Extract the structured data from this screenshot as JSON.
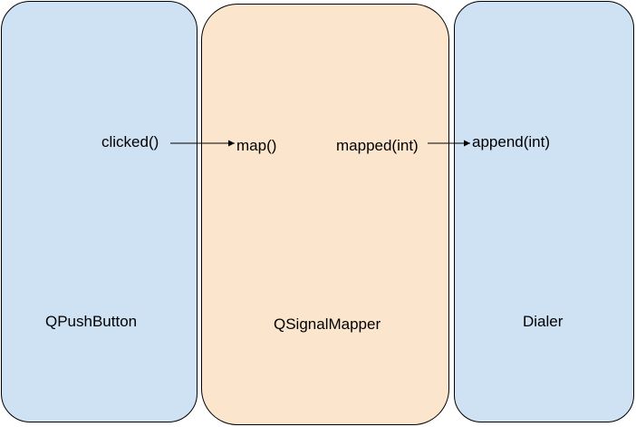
{
  "colors": {
    "left_fill": "#cfe2f3",
    "middle_fill": "#fce5cd",
    "right_fill": "#cfe2f3",
    "stroke": "#000000"
  },
  "left": {
    "name": "QPushButton",
    "signal": "clicked()"
  },
  "middle": {
    "name": "QSignalMapper",
    "slot": "map()",
    "signal": "mapped(int)"
  },
  "right": {
    "name": "Dialer",
    "slot": "append(int)"
  }
}
